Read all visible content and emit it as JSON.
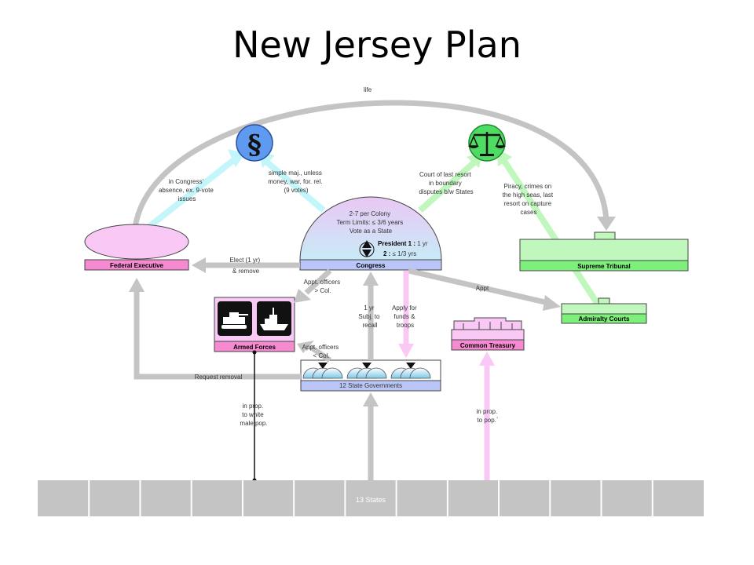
{
  "title": "New Jersey Plan",
  "colors": {
    "grey_arrow": "#c4c4c4",
    "pink": "#f9c8f5",
    "pink_bar": "#f58ad0",
    "green": "#bff7bc",
    "green_bar": "#7cf07a",
    "blue_bar": "#b9c6f7",
    "cyan_arrow": "#c3f6fb",
    "circle_blue": "#5e9af0",
    "circle_green": "#4fdc63"
  },
  "icons": {
    "left_circle": "section-sign-icon",
    "right_circle": "scales-of-justice-icon"
  },
  "symbols": {
    "section": "§"
  },
  "nodes": {
    "federal_executive": "Federal Executive",
    "congress": "Congress",
    "supreme_tribunal": "Supreme Tribunal",
    "admiralty_courts": "Admiralty Courts",
    "armed_forces": "Armed Forces",
    "common_treasury": "Common Treasury",
    "state_governments": "12 State Governments",
    "states": "13 States"
  },
  "congress_info": {
    "line1": "2-7 per Colony",
    "line2": "Term Limits: ≤ 3/6 years",
    "line3": "Vote as a State",
    "president1_bold": "President 1 :",
    "president1_rest": " 1 yr",
    "president2_bold": "2 :",
    "president2_rest": " ≤ 1/3 yrs"
  },
  "labels": {
    "life": "life",
    "in_congress_absence": [
      "in Congress'",
      "absence, ex. 9-vote",
      "issues"
    ],
    "simple_maj": [
      "simple maj., unless",
      "money, war, for. rel.",
      "(9 votes)"
    ],
    "court_last_resort": [
      "Court of last resort",
      "in boundary",
      "disputes b/w States"
    ],
    "piracy": [
      "Piracy, crimes on",
      "the high seas, last",
      "resort on capture",
      "cases"
    ],
    "elect": [
      "Elect (1 yr)",
      "& remove"
    ],
    "appt_officers_gt": [
      "Appt. officers",
      "> Col."
    ],
    "appt_officers_lt": [
      "Appt. officers",
      "< Col."
    ],
    "one_yr": [
      "1 yr",
      "Subj. to",
      "recall"
    ],
    "apply_funds": [
      "Apply for",
      "funds &",
      "troops"
    ],
    "appt": "Appt",
    "request_removal": "Request removal",
    "in_prop_white": [
      "in prop.",
      "to white",
      "male pop."
    ],
    "in_prop_pop": [
      "in prop.",
      "to pop.`"
    ]
  }
}
